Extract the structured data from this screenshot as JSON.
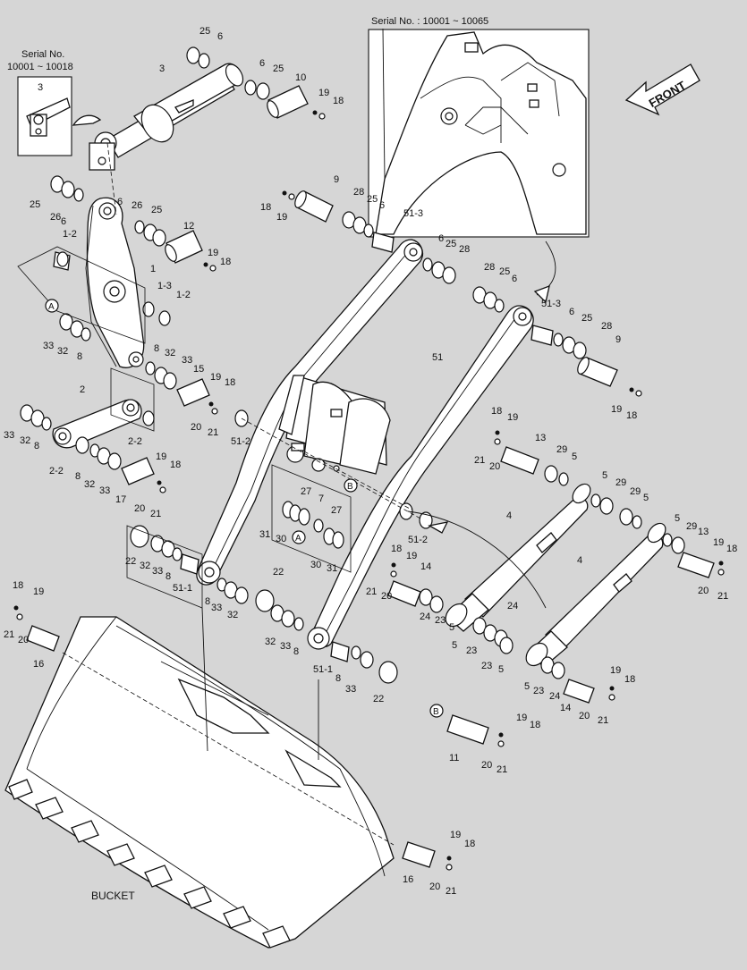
{
  "captions": {
    "serial_small_line1": "Serial No.",
    "serial_small_line2": "10001 ~ 10018",
    "serial_large": "Serial No. : 10001 ~ 10065",
    "front": "FRONT",
    "bucket": "BUCKET",
    "marker_a": "A",
    "marker_b": "B"
  },
  "part_labels": [
    "25",
    "6",
    "3",
    "6",
    "25",
    "10",
    "19",
    "18",
    "3",
    "25",
    "26",
    "6",
    "6",
    "26",
    "25",
    "12",
    "19",
    "18",
    "1",
    "1-2",
    "1-3",
    "1-2",
    "33",
    "32",
    "8",
    "8",
    "32",
    "33",
    "15",
    "19",
    "18",
    "20",
    "21",
    "2",
    "33",
    "32",
    "8",
    "2-2",
    "2-2",
    "8",
    "32",
    "33",
    "17",
    "19",
    "18",
    "20",
    "21",
    "9",
    "18",
    "19",
    "28",
    "25",
    "6",
    "51-3",
    "6",
    "25",
    "28",
    "28",
    "25",
    "6",
    "51-3",
    "6",
    "25",
    "28",
    "9",
    "19",
    "18",
    "51",
    "51-2",
    "27",
    "7",
    "31",
    "30",
    "27",
    "30",
    "31",
    "18",
    "19",
    "13",
    "21",
    "20",
    "29",
    "5",
    "5",
    "29",
    "29",
    "5",
    "5",
    "29",
    "13",
    "19",
    "18",
    "20",
    "21",
    "4",
    "4",
    "51-2",
    "22",
    "32",
    "33",
    "8",
    "51-1",
    "8",
    "33",
    "32",
    "22",
    "32",
    "33",
    "8",
    "51-1",
    "8",
    "33",
    "22",
    "18",
    "19",
    "14",
    "21",
    "20",
    "24",
    "23",
    "5",
    "24",
    "5",
    "23",
    "23",
    "5",
    "5",
    "23",
    "24",
    "14",
    "19",
    "18",
    "20",
    "21",
    "18",
    "19",
    "21",
    "20",
    "16",
    "11",
    "19",
    "18",
    "20",
    "21",
    "16",
    "19",
    "18",
    "20",
    "21"
  ]
}
